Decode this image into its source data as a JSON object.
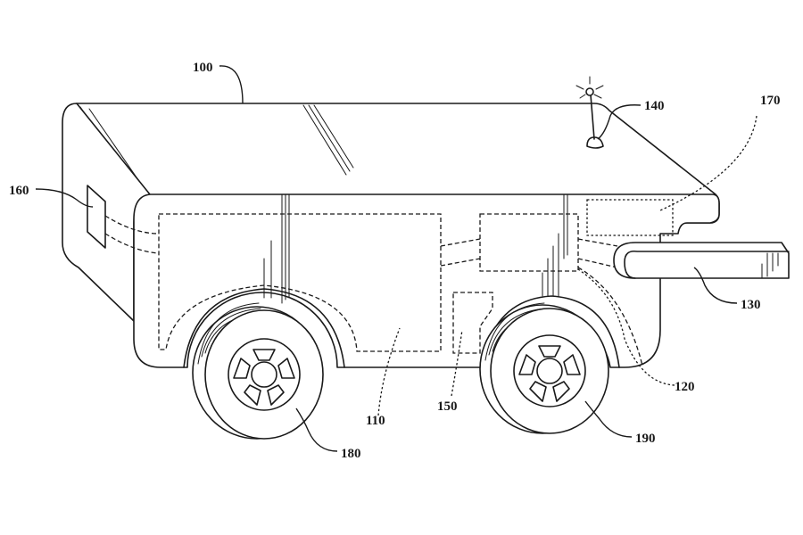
{
  "figure": {
    "type": "patent-drawing",
    "subject": "vehicle",
    "line_color": "#1a1a1a",
    "background_color": "#ffffff"
  },
  "labels": {
    "vehicle": "100",
    "cargo_area": "110",
    "control_unit": "120",
    "bumper": "130",
    "antenna": "140",
    "compartment": "150",
    "side_panel_device": "160",
    "front_module": "170",
    "rear_wheel": "180",
    "front_wheel": "190"
  }
}
